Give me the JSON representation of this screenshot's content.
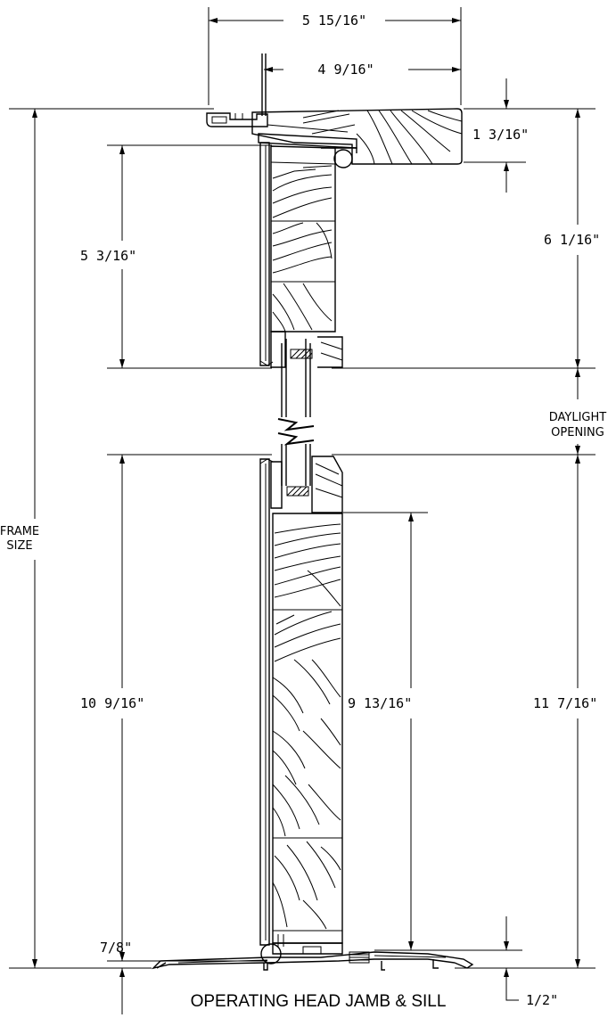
{
  "title": "OPERATING HEAD JAMB & SILL",
  "dimensions": {
    "overall_top_width": "5  15/16\"",
    "inner_top_width": "4  9/16\"",
    "head_thickness": "1  3/16\"",
    "upper_right_height": "6  1/16\"",
    "upper_sash_height": "5  3/16\"",
    "lower_sash_height": "10  9/16\"",
    "lower_panel_height": "9  13/16\"",
    "lower_right_height": "11  7/16\"",
    "sill_left": "7/8\"",
    "sill_right": "1/2\""
  },
  "labels": {
    "frame_size_1": "FRAME",
    "frame_size_2": "SIZE",
    "daylight_1": "DAYLIGHT",
    "daylight_2": "OPENING"
  },
  "colors": {
    "line": "#000000",
    "background": "#ffffff"
  }
}
